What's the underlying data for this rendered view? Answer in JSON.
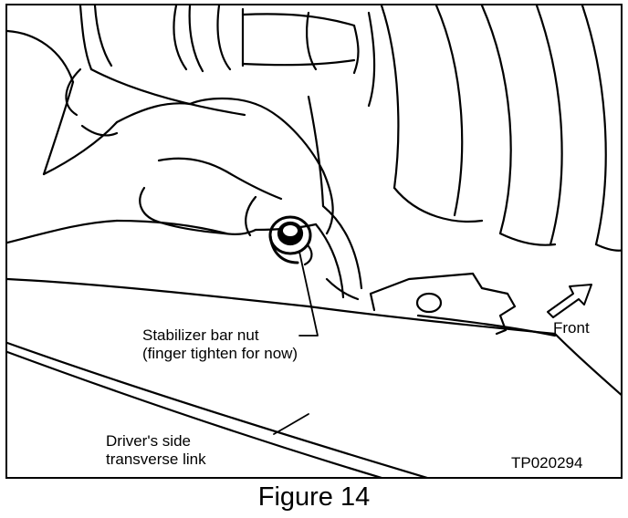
{
  "labels": {
    "nut_line1": "Stabilizer bar nut",
    "nut_line2": "(finger tighten for now)",
    "front": "Front",
    "link_line1": "Driver's side",
    "link_line2": "transverse link",
    "code": "TP020294"
  },
  "caption": "Figure 14",
  "colors": {
    "ink": "#000000",
    "paper": "#ffffff"
  },
  "icons": {
    "front_arrow": "arrow-up-right-icon"
  }
}
